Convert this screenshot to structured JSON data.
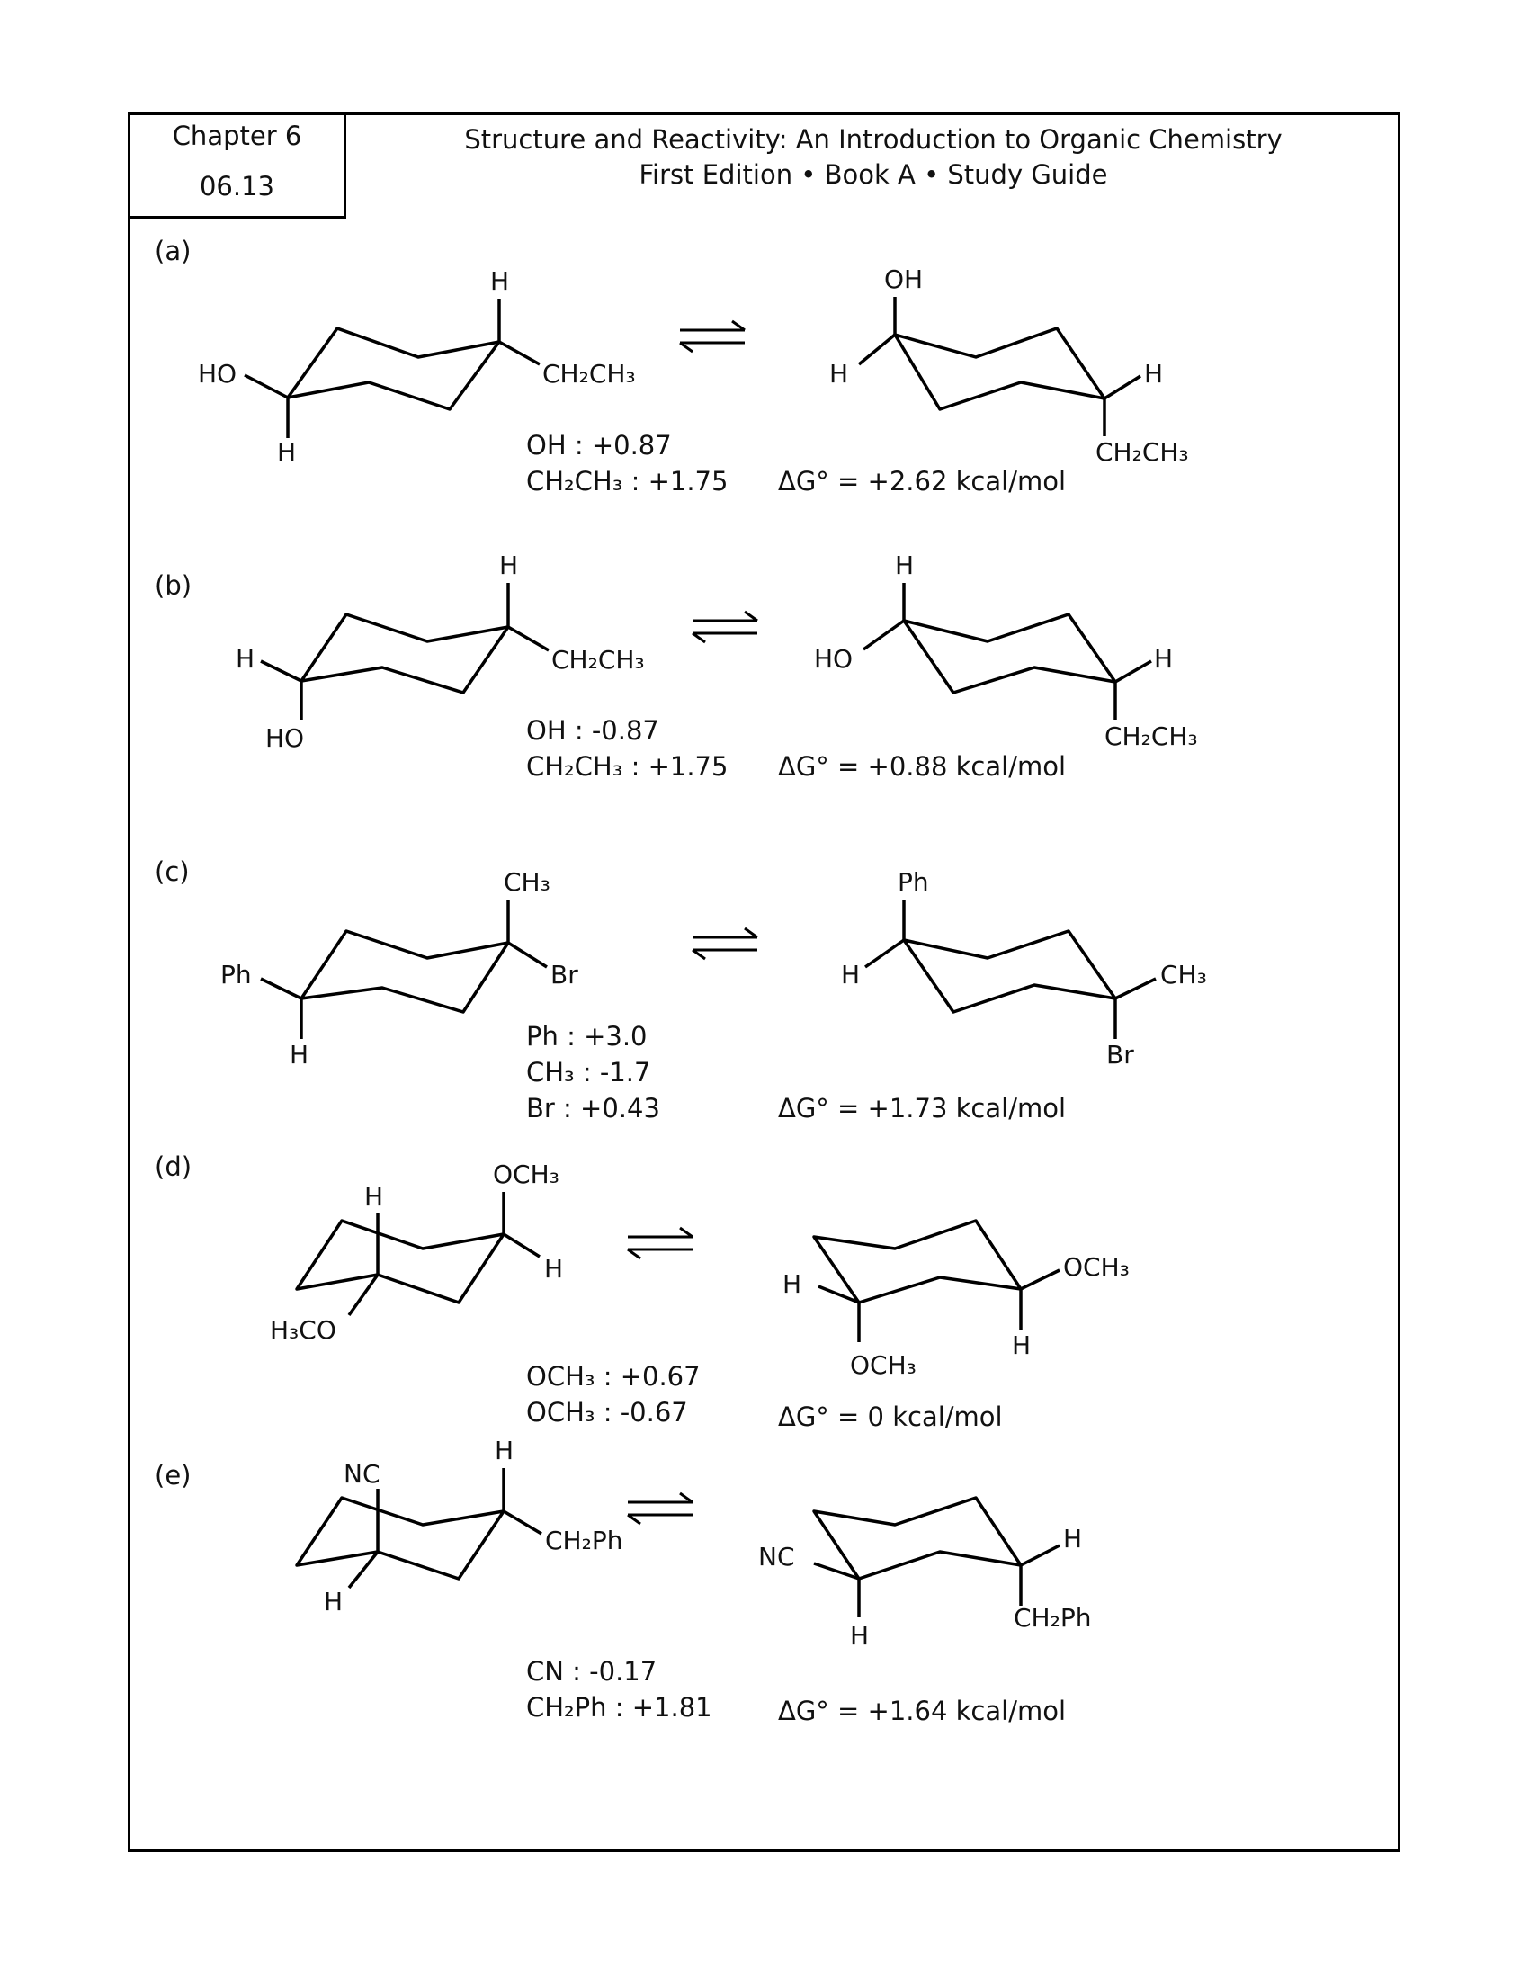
{
  "header": {
    "chapter": "Chapter 6",
    "problem_number": "06.13",
    "title_line1": "Structure and Reactivity: An Introduction to Organic Chemistry",
    "title_line2": "First Edition • Book A • Study Guide"
  },
  "parts": [
    {
      "label": "(a)",
      "left": {
        "top": "H",
        "right": "CH₂CH₃",
        "left": "HO",
        "bottom": "H"
      },
      "right": {
        "top": "OH",
        "left": "H",
        "right": "H",
        "bottom": "CH₂CH₃"
      },
      "values": [
        "OH : +0.87",
        "CH₂CH₃ : +1.75"
      ],
      "delta_g": "ΔG° = +2.62 kcal/mol"
    },
    {
      "label": "(b)",
      "left": {
        "top": "H",
        "right": "CH₂CH₃",
        "left": "H",
        "bottom": "HO"
      },
      "right": {
        "top": "H",
        "left": "HO",
        "right": "H",
        "bottom": "CH₂CH₃"
      },
      "values": [
        "OH : -0.87",
        "CH₂CH₃ : +1.75"
      ],
      "delta_g": "ΔG° = +0.88 kcal/mol"
    },
    {
      "label": "(c)",
      "left": {
        "top": "CH₃",
        "right": "Br",
        "left": "Ph",
        "bottom": "H"
      },
      "right": {
        "top": "Ph",
        "left": "H",
        "right": "CH₃",
        "bottom": "Br"
      },
      "values": [
        "Ph : +3.0",
        "CH₃ : -1.7",
        "Br : +0.43"
      ],
      "delta_g": "ΔG° = +1.73 kcal/mol"
    },
    {
      "label": "(d)",
      "left": {
        "top": "OCH₃",
        "right": "H",
        "axial": "H",
        "bottom": "H₃CO"
      },
      "right": {
        "right": "OCH₃",
        "right_bottom": "H",
        "left": "H",
        "bottom": "OCH₃"
      },
      "values": [
        "OCH₃ : +0.67",
        "OCH₃ : -0.67"
      ],
      "delta_g": "ΔG° = 0 kcal/mol"
    },
    {
      "label": "(e)",
      "left": {
        "top": "H",
        "right": "CH₂Ph",
        "axial": "NC",
        "bottom": "H"
      },
      "right": {
        "left": "NC",
        "bottom": "H",
        "right": "H",
        "right_bottom": "CH₂Ph"
      },
      "values": [
        "CN : -0.17",
        "CH₂Ph : +1.81"
      ],
      "delta_g": "ΔG° = +1.64 kcal/mol"
    }
  ]
}
